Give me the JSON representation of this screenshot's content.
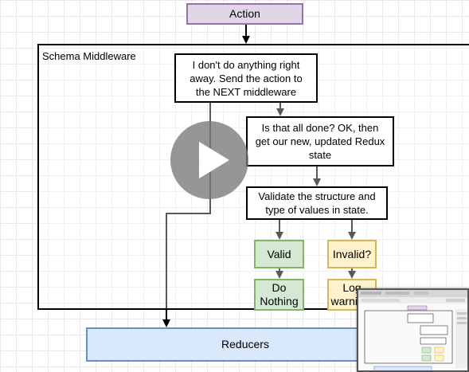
{
  "diagram": {
    "action": "Action",
    "container_title": "Schema Middleware",
    "step1": [
      "I don't do anything right",
      "away.  Send the action to",
      "the NEXT middleware"
    ],
    "step2": [
      "Is that all done? OK, then",
      "get our new, updated Redux",
      "state"
    ],
    "step3": [
      "Validate the structure and",
      "type of values in state."
    ],
    "valid": "Valid",
    "invalid": "Invalid?",
    "do_nothing": [
      "Do",
      "Nothing"
    ],
    "log_warning": [
      "Log",
      "warning!"
    ],
    "reducers": "Reducers"
  },
  "overlay": {
    "play_icon": "play-icon",
    "thumbnail": "video-thumbnail"
  }
}
